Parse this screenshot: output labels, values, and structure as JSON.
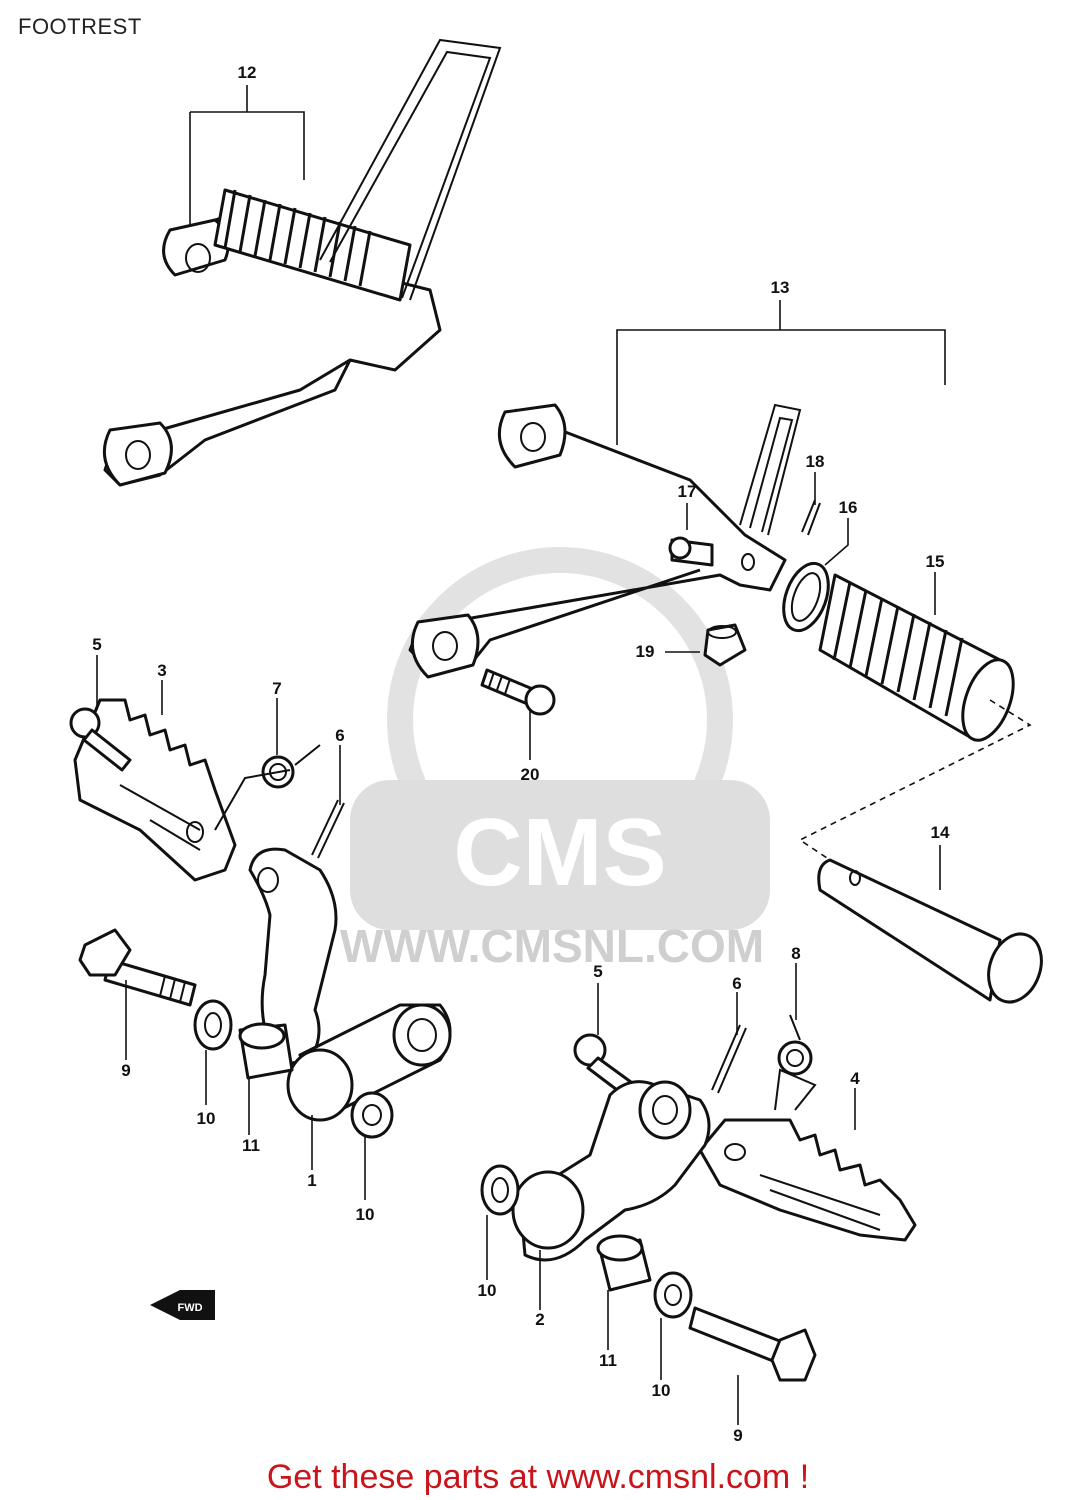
{
  "title": "FOOTREST",
  "watermark": {
    "brand": "CMS",
    "url": "WWW.CMSNL.COM"
  },
  "footer": "Get these parts at www.cmsnl.com !",
  "front_marker": "FWD",
  "colors": {
    "footer_text": "#c8141b",
    "line_art": "#111111",
    "watermark": "#dcdcdc"
  },
  "callouts": [
    {
      "id": "c12",
      "label": "12"
    },
    {
      "id": "c13",
      "label": "13"
    },
    {
      "id": "c18",
      "label": "18"
    },
    {
      "id": "c17",
      "label": "17"
    },
    {
      "id": "c16",
      "label": "16"
    },
    {
      "id": "c15",
      "label": "15"
    },
    {
      "id": "c19",
      "label": "19"
    },
    {
      "id": "c20",
      "label": "20"
    },
    {
      "id": "c14",
      "label": "14"
    },
    {
      "id": "c5a",
      "label": "5"
    },
    {
      "id": "c3",
      "label": "3"
    },
    {
      "id": "c7",
      "label": "7"
    },
    {
      "id": "c6a",
      "label": "6"
    },
    {
      "id": "c9a",
      "label": "9"
    },
    {
      "id": "c10a",
      "label": "10"
    },
    {
      "id": "c11a",
      "label": "11"
    },
    {
      "id": "c1",
      "label": "1"
    },
    {
      "id": "c10b",
      "label": "10"
    },
    {
      "id": "c5b",
      "label": "5"
    },
    {
      "id": "c6b",
      "label": "6"
    },
    {
      "id": "c8",
      "label": "8"
    },
    {
      "id": "c4",
      "label": "4"
    },
    {
      "id": "c10c",
      "label": "10"
    },
    {
      "id": "c2",
      "label": "2"
    },
    {
      "id": "c11b",
      "label": "11"
    },
    {
      "id": "c10d",
      "label": "10"
    },
    {
      "id": "c9b",
      "label": "9"
    }
  ]
}
